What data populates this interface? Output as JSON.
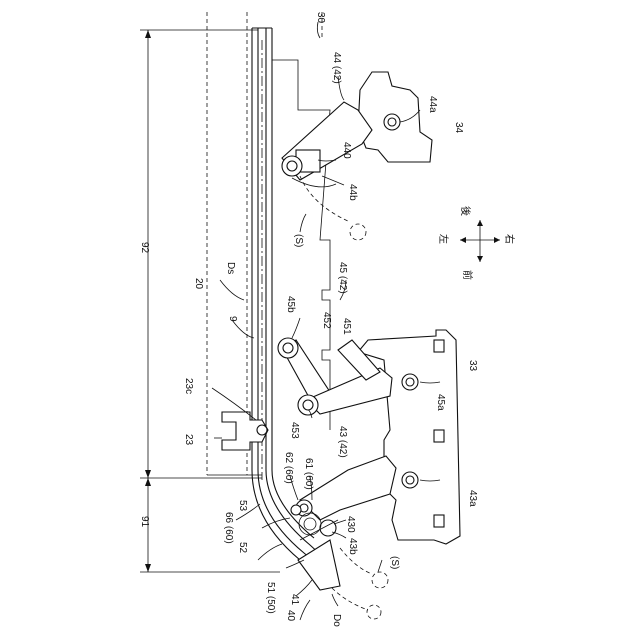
{
  "labels": {
    "l30": "30",
    "l44": "44 (42)",
    "l44a": "44a",
    "l34": "34",
    "l440": "440",
    "l44b": "44b",
    "lS1": "(S)",
    "l92": "92",
    "l20": "20",
    "lDs": "Ds",
    "l9": "9",
    "l45b": "45b",
    "l45": "45 (42)",
    "l452": "452",
    "l451": "451",
    "l33": "33",
    "l45a": "45a",
    "l23c": "23c",
    "l23": "23",
    "l453": "453",
    "l43": "43 (42)",
    "l62": "62 (60)",
    "l61": "61 (60)",
    "l43a": "43a",
    "l91": "91",
    "l53": "53",
    "l66": "66 (60)",
    "l430": "430",
    "l52": "52",
    "l43b": "43b",
    "lS2": "(S)",
    "l51": "51 (50)",
    "l41": "41",
    "l40": "40",
    "lDo": "Do"
  },
  "direction": {
    "left": "左",
    "right": "右",
    "front": "前",
    "rear": "後"
  }
}
